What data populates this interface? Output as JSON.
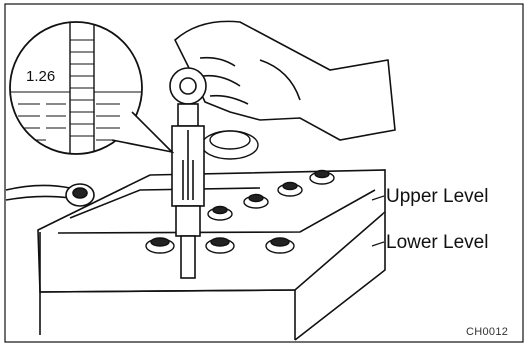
{
  "labels": {
    "upper_level": "Upper Level",
    "lower_level": "Lower Level",
    "figure_code": "CH0012",
    "hydrometer_reading": "1.26"
  }
}
